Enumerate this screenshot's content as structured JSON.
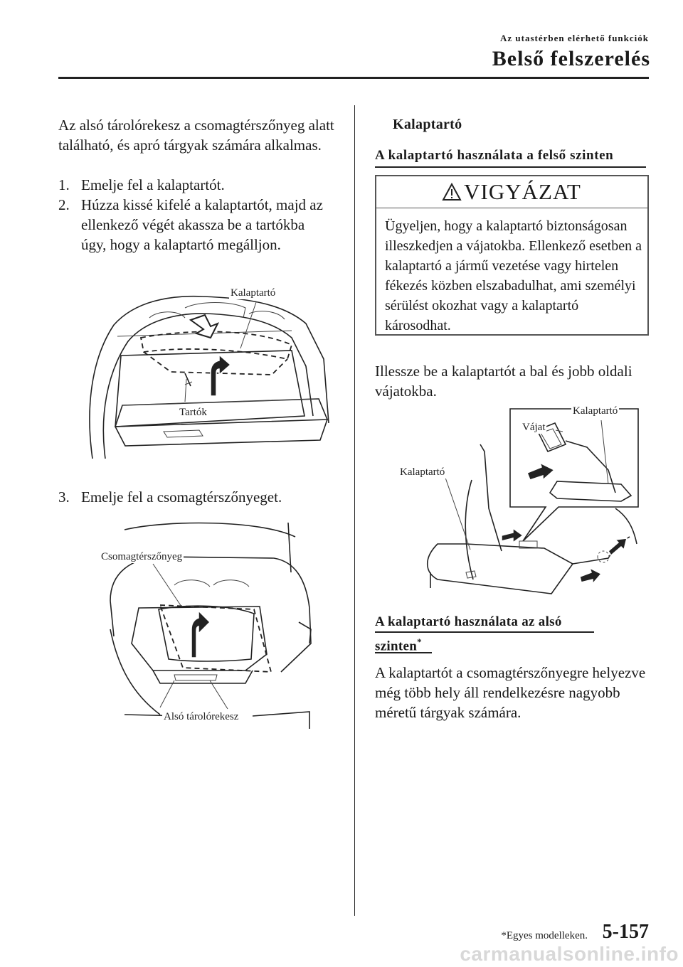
{
  "header": {
    "section_subtitle": "Az utastérben elérhető funkciók",
    "section_title": "Belső felszerelés"
  },
  "left": {
    "intro": "Az alsó tárolórekesz a csomagtérszőnyeg alatt található, és apró tárgyak számára alkalmas.",
    "steps": [
      {
        "num": "1.",
        "text": "Emelje fel a kalaptartót."
      },
      {
        "num": "2.",
        "text": "Húzza kissé kifelé a kalaptartót, majd az ellenkező végét akassza be a tartókba úgy, hogy a kalaptartó megálljon."
      },
      {
        "num": "3.",
        "text": "Emelje fel a csomagtérszőnyeget."
      }
    ],
    "figure1": {
      "label_top": "Kalaptartó",
      "label_bottom": "Tartók"
    },
    "figure2": {
      "label_top": "Csomagtérszőnyeg",
      "label_bottom": "Alsó tárolórekesz"
    }
  },
  "right": {
    "title": "Kalaptartó",
    "subhead1": "A kalaptartó használata a felső szinten",
    "warning": {
      "icon": "warning-triangle-icon",
      "title": "VIGYÁZAT",
      "body": "Ügyeljen, hogy a kalaptartó biztonságosan illeszkedjen a vájatokba. Ellenkező esetben a kalaptartó a jármű vezetése vagy hirtelen fékezés közben elszabadulhat, ami személyi sérülést okozhat vagy a kalaptartó károsodhat."
    },
    "para1": "Illessze be a kalaptartót a bal és jobb oldali vájatokba.",
    "figure3": {
      "label_right": "Kalaptartó",
      "label_groove": "Vájat",
      "label_left": "Kalaptartó"
    },
    "subhead2_line1": "A kalaptartó használata az alsó",
    "subhead2_line2": "szinten",
    "subhead2_star": "*",
    "para2": "A kalaptartót a csomagtérszőnyegre helyezve még több hely áll rendelkezésre nagyobb méretű tárgyak számára."
  },
  "footer": {
    "note": "*Egyes modelleken.",
    "page": "5-157",
    "watermark": "carmanualsonline.info"
  }
}
